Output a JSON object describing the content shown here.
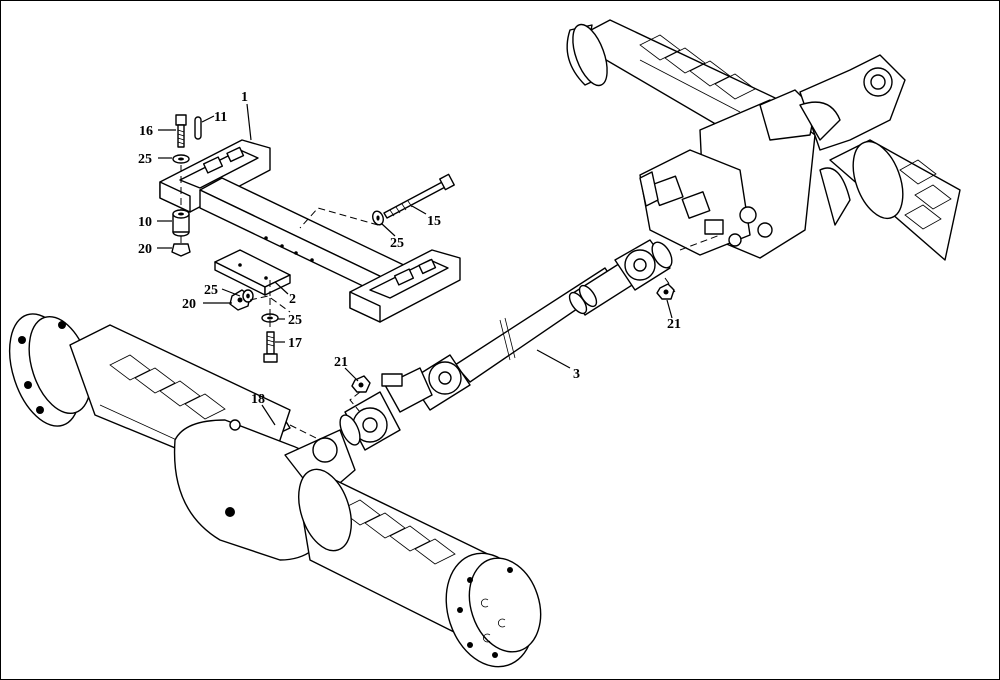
{
  "diagram": {
    "callouts": [
      {
        "id": "c1",
        "text": "1"
      },
      {
        "id": "c11",
        "text": "11"
      },
      {
        "id": "c16",
        "text": "16"
      },
      {
        "id": "c25a",
        "text": "25"
      },
      {
        "id": "c10",
        "text": "10"
      },
      {
        "id": "c20a",
        "text": "20"
      },
      {
        "id": "c15",
        "text": "15"
      },
      {
        "id": "c25b",
        "text": "25"
      },
      {
        "id": "c25c",
        "text": "25"
      },
      {
        "id": "c2",
        "text": "2"
      },
      {
        "id": "c20b",
        "text": "20"
      },
      {
        "id": "c25d",
        "text": "25"
      },
      {
        "id": "c17",
        "text": "17"
      },
      {
        "id": "c21a",
        "text": "21"
      },
      {
        "id": "c3",
        "text": "3"
      },
      {
        "id": "c21b",
        "text": "21"
      },
      {
        "id": "c18",
        "text": "18"
      }
    ]
  }
}
